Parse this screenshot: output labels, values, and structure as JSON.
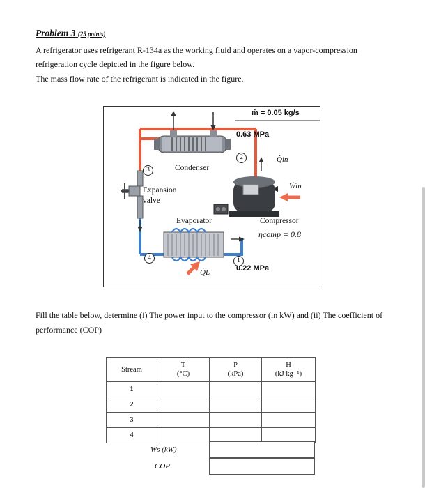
{
  "problem": {
    "title": "Problem 3",
    "points": "(25 points)",
    "para1": "A refrigerator uses refrigerant R-134a as the working fluid and operates on a vapor-compression refrigeration cycle depicted in the figure below.",
    "para2": "The mass flow rate of the refrigerant is indicated in the figure.",
    "para3": "Fill the table below, determine (i) The power input to the compressor (in kW) and (ii) The coefficient of performance (COP)"
  },
  "figure": {
    "mass_flow": "ṁ = 0.05 kg/s",
    "high_pressure": "0.63 MPa",
    "low_pressure": "0.22 MPa",
    "condenser": "Condenser",
    "expansion_line1": "Expansion",
    "expansion_line2": "valve",
    "evaporator": "Evaporator",
    "compressor": "Compressor",
    "eta": "ηcomp = 0.8",
    "q_in": "Q̇in",
    "w_in": "Ẇin",
    "q_l": "Q̇L",
    "states": [
      "1",
      "2",
      "3",
      "4"
    ]
  },
  "table": {
    "headers": {
      "stream": "Stream",
      "t": "T",
      "t_unit": "(°C)",
      "p": "P",
      "p_unit": "(kPa)",
      "h": "H",
      "h_unit": "(kJ kg⁻¹)"
    },
    "rows": [
      "1",
      "2",
      "3",
      "4"
    ],
    "ws_label": "Ws (kW)",
    "cop_label": "COP"
  },
  "colors": {
    "hot_line": "#e85a3c",
    "cold_line": "#3f7fcf",
    "arrow": "#f06a4e"
  }
}
